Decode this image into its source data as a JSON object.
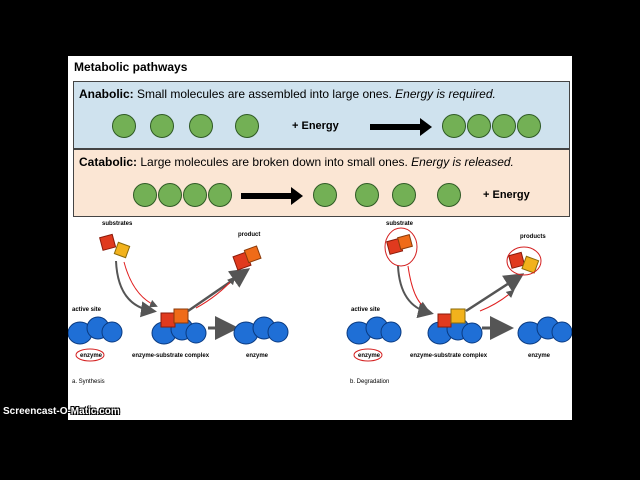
{
  "slide": {
    "title": "Metabolic pathways",
    "anabolic": {
      "label": "Anabolic:",
      "text": " Small molecules are assembled into large ones. ",
      "italic": "Energy is required.",
      "energy": "+ Energy"
    },
    "catabolic": {
      "label": "Catabolic:",
      "text": " Large molecules are broken down into small ones. ",
      "italic": "Energy is released.",
      "energy": "+ Energy"
    },
    "synthesis": {
      "substrates": "substrates",
      "product": "product",
      "active_site": "active site",
      "enzyme_left": "enzyme",
      "complex": "enzyme-substrate complex",
      "enzyme_right": "enzyme",
      "caption": "a. Synthesis"
    },
    "degradation": {
      "substrate": "substrate",
      "products": "products",
      "active_site": "active site",
      "enzyme_left": "enzyme",
      "complex": "enzyme-substrate complex",
      "enzyme_right": "enzyme",
      "caption": "b. Degradation"
    }
  },
  "watermark": "Screencast-O-Matic.com",
  "colors": {
    "molecule": "#73b055",
    "anabolic_bg": "#cfe2ee",
    "catabolic_bg": "#fbe6d4",
    "enzyme": "#1f6fd6",
    "annotation": "#d42020"
  }
}
